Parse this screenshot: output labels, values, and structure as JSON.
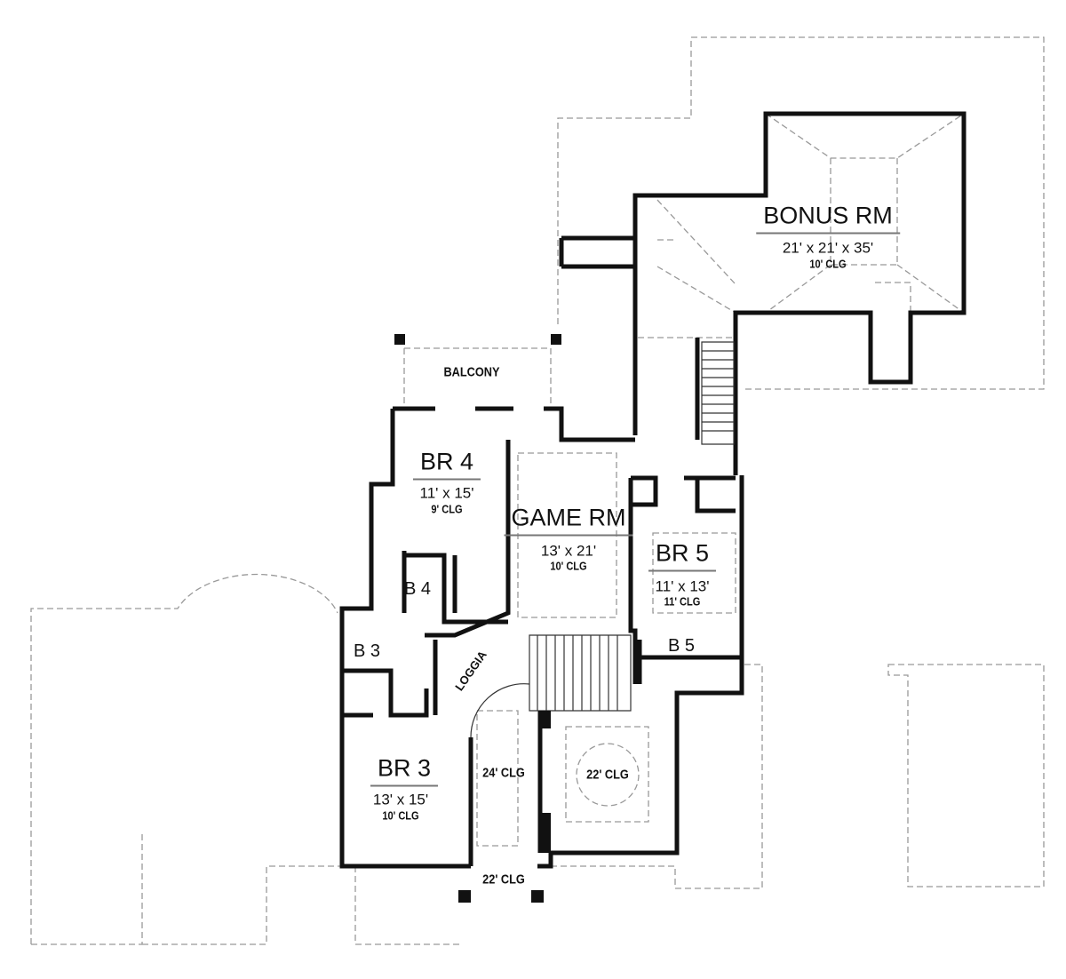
{
  "plan": {
    "rooms": {
      "bonus": {
        "name": "BONUS RM",
        "size": "21' x 21' x 35'",
        "ceiling": "10' CLG"
      },
      "balcony": {
        "name": "BALCONY"
      },
      "br4": {
        "name": "BR 4",
        "size": "11' x 15'",
        "ceiling": "9' CLG"
      },
      "game": {
        "name": "GAME RM",
        "size": "13' x 21'",
        "ceiling": "10' CLG"
      },
      "br5": {
        "name": "BR 5",
        "size": "11' x 13'",
        "ceiling": "11' CLG"
      },
      "b4": {
        "name": "B 4"
      },
      "b3": {
        "name": "B 3"
      },
      "b5": {
        "name": "B 5"
      },
      "loggia": {
        "name": "LOGGIA"
      },
      "br3": {
        "name": "BR 3",
        "size": "13' x 15'",
        "ceiling": "10' CLG"
      },
      "open_left": {
        "ceiling": "24' CLG"
      },
      "open_right": {
        "ceiling": "22' CLG"
      },
      "entry": {
        "ceiling": "22' CLG"
      }
    },
    "colors": {
      "wall": "#111111",
      "roofline": "#999999",
      "background": "#ffffff"
    }
  }
}
